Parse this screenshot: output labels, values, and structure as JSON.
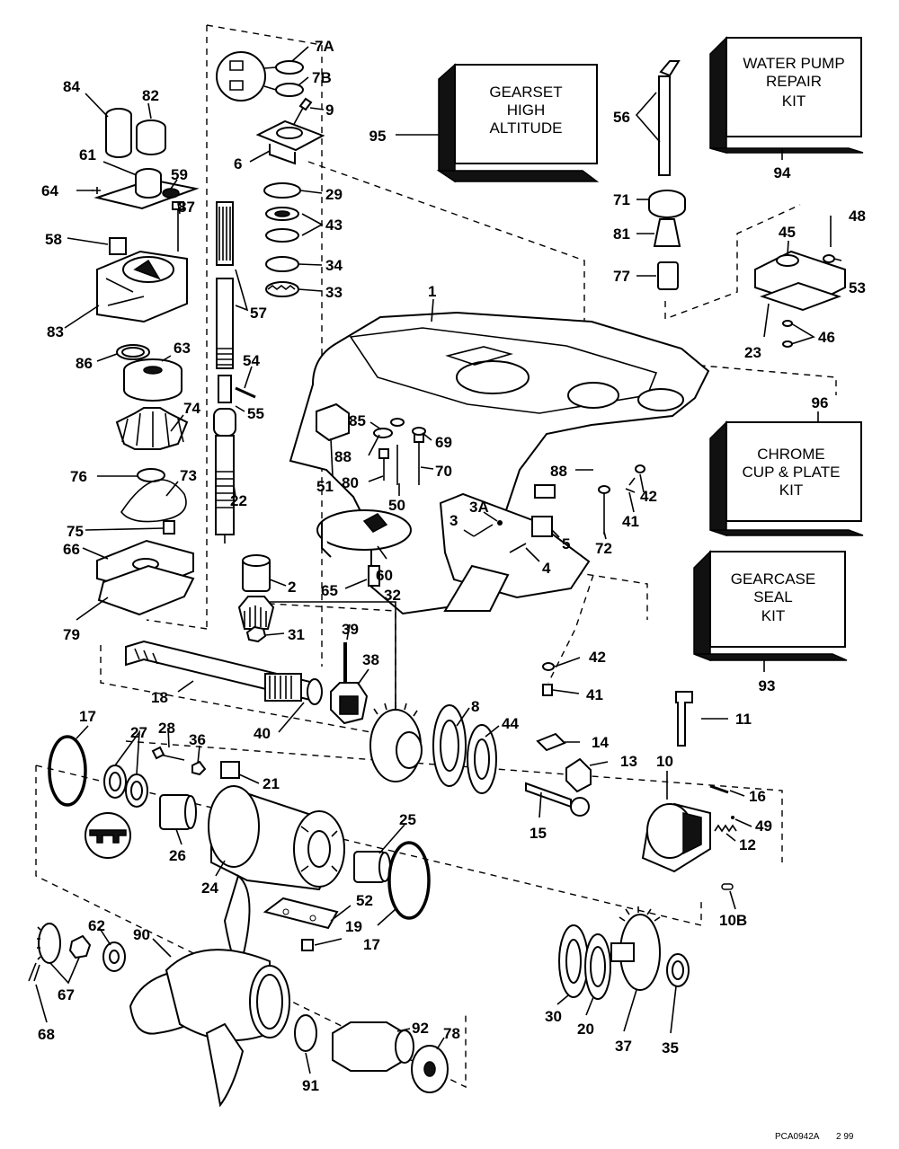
{
  "kits": [
    {
      "id": "gearset",
      "lines": [
        "GEARSET",
        "HIGH",
        "ALTITUDE"
      ],
      "number": "95"
    },
    {
      "id": "water-pump",
      "lines": [
        "WATER PUMP",
        "REPAIR",
        "KIT"
      ],
      "number": "94"
    },
    {
      "id": "chrome-cup",
      "lines": [
        "CHROME",
        "CUP & PLATE",
        "KIT"
      ],
      "number": "96"
    },
    {
      "id": "gearcase-seal",
      "lines": [
        "GEARCASE",
        "SEAL",
        "KIT"
      ],
      "number": "93"
    }
  ],
  "labels": {
    "l7A": "7A",
    "l7B": "7B",
    "l9": "9",
    "l6": "6",
    "l29": "29",
    "l43": "43",
    "l34": "34",
    "l33": "33",
    "l57": "57",
    "l54": "54",
    "l55": "55",
    "l22": "22",
    "l2": "2",
    "l32": "32",
    "l31": "31",
    "l84": "84",
    "l82": "82",
    "l61": "61",
    "l59": "59",
    "l64": "64",
    "l87": "87",
    "l58": "58",
    "l83": "83",
    "l86": "86",
    "l63": "63",
    "l74": "74",
    "l76": "76",
    "l73": "73",
    "l75": "75",
    "l66": "66",
    "l79": "79",
    "l1": "1",
    "l56": "56",
    "l71": "71",
    "l81": "81",
    "l77": "77",
    "l45": "45",
    "l48": "48",
    "l53": "53",
    "l23": "23",
    "l46": "46",
    "l85": "85",
    "l88a": "88",
    "l69": "69",
    "l51": "51",
    "l80": "80",
    "l50": "50",
    "l70": "70",
    "l88b": "88",
    "l42a": "42",
    "l41a": "41",
    "l72": "72",
    "l3A": "3A",
    "l3": "3",
    "l5": "5",
    "l4": "4",
    "l60": "60",
    "l65": "65",
    "l42b": "42",
    "l41b": "41",
    "l18": "18",
    "l39": "39",
    "l38": "38",
    "l40": "40",
    "l8": "8",
    "l44": "44",
    "l14": "14",
    "l13": "13",
    "l11": "11",
    "l10": "10",
    "l16": "16",
    "l49": "49",
    "l12": "12",
    "l15": "15",
    "l10B": "10B",
    "l17a": "17",
    "l28": "28",
    "l27": "27",
    "l36": "36",
    "l21": "21",
    "l26": "26",
    "l24": "24",
    "l25": "25",
    "l52": "52",
    "l19": "19",
    "l17b": "17",
    "l62": "62",
    "l90": "90",
    "l67": "67",
    "l68": "68",
    "l91": "91",
    "l92": "92",
    "l78": "78",
    "l30": "30",
    "l20": "20",
    "l37": "37",
    "l35": "35"
  },
  "footer": {
    "code": "PCA0942A",
    "date": "2 99"
  }
}
